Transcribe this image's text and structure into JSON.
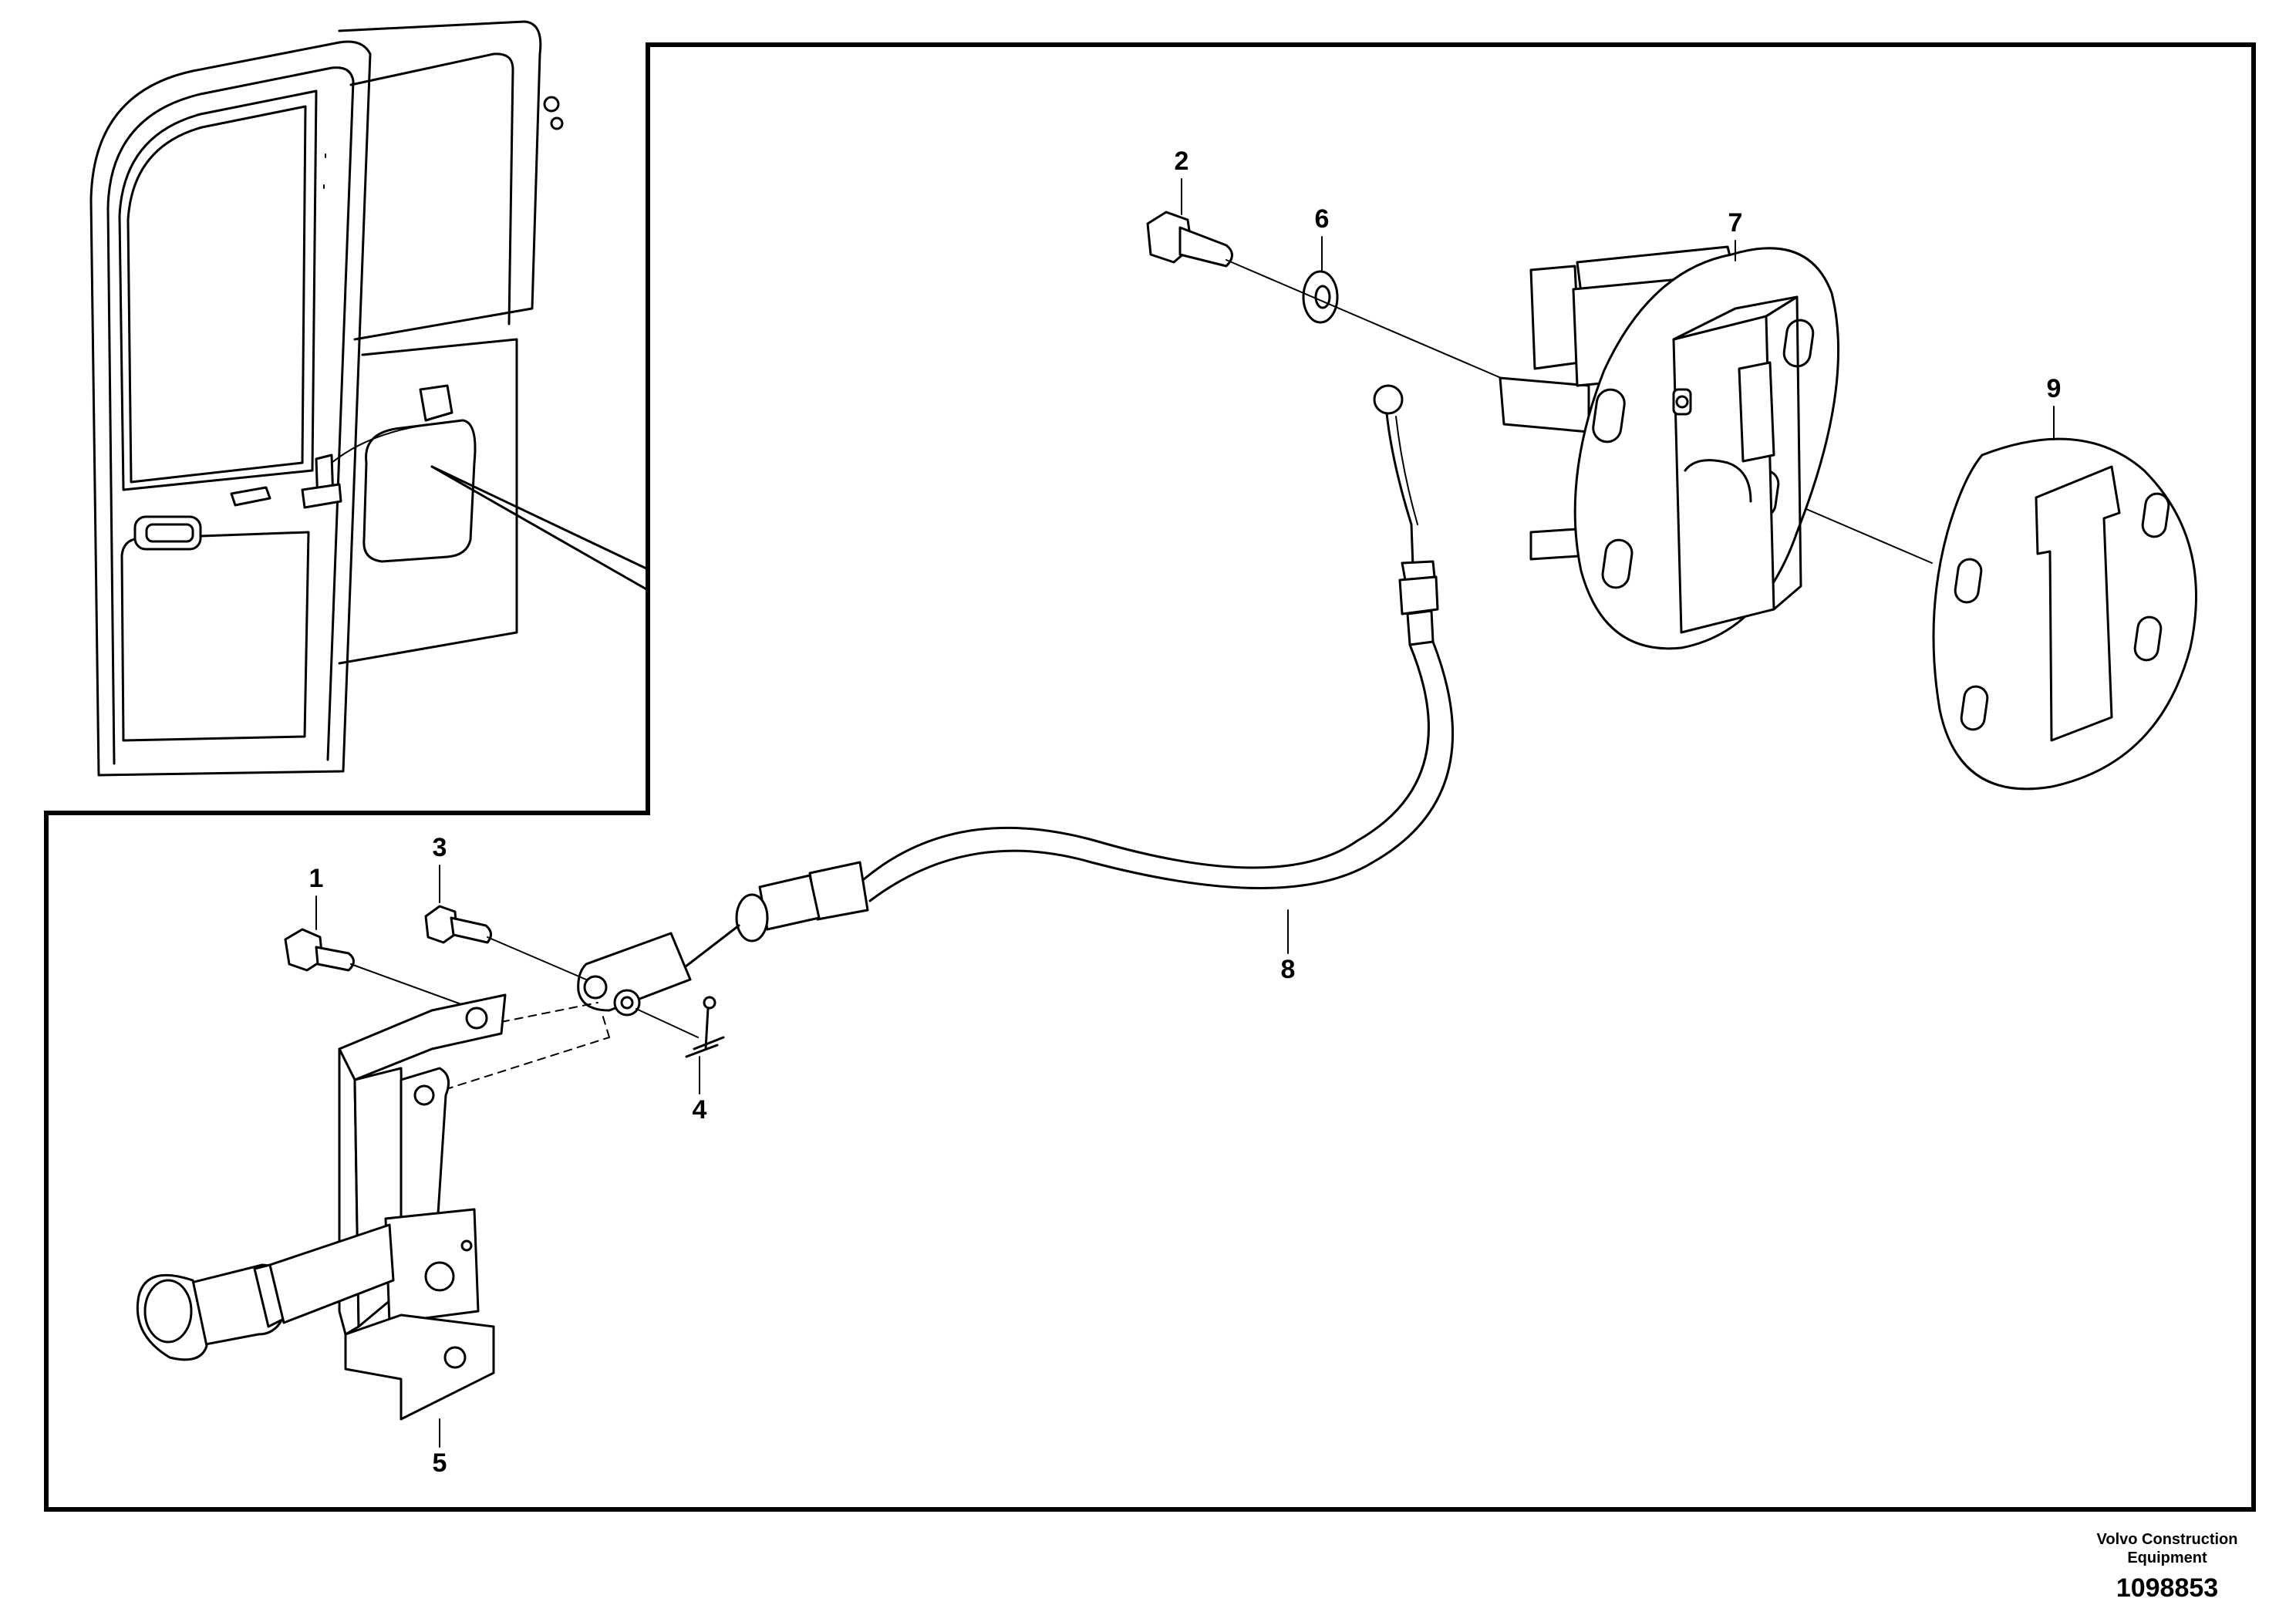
{
  "callouts": [
    {
      "id": "1",
      "text": "1"
    },
    {
      "id": "2",
      "text": "2"
    },
    {
      "id": "3",
      "text": "3"
    },
    {
      "id": "4",
      "text": "4"
    },
    {
      "id": "5",
      "text": "5"
    },
    {
      "id": "6",
      "text": "6"
    },
    {
      "id": "7",
      "text": "7"
    },
    {
      "id": "8",
      "text": "8"
    },
    {
      "id": "9",
      "text": "9"
    }
  ],
  "footer": {
    "brand_line1": "Volvo Construction",
    "brand_line2": "Equipment",
    "drawing_number": "1098853"
  }
}
